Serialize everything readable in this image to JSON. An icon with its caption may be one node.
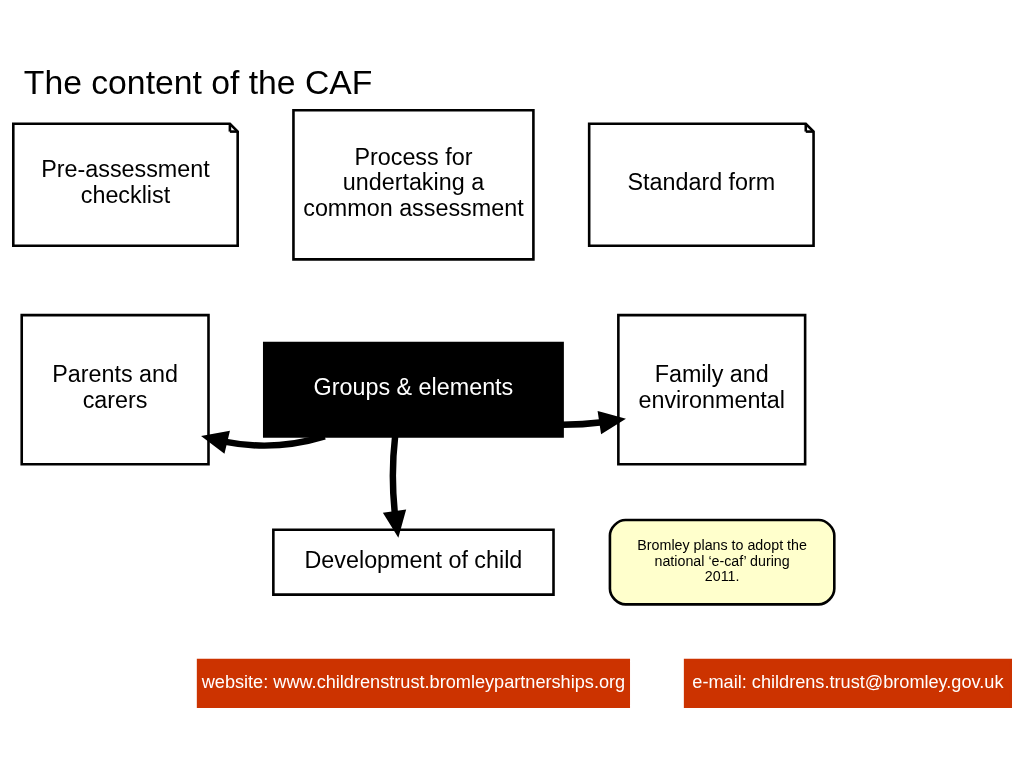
{
  "diagram": {
    "title": "The content of the CAF",
    "nodes": [
      {
        "text": [
          "Pre-assessment checklist"
        ]
      },
      {
        "text": [
          "Process for undertaking a common assessment"
        ]
      },
      {
        "text": [
          "Standard form"
        ]
      },
      {
        "text": [
          "Parents and carers"
        ]
      },
      {
        "text": [
          "Groups & elements"
        ]
      },
      {
        "text": [
          "Family and environmental"
        ]
      },
      {
        "text": [
          "Development of child"
        ]
      },
      {
        "text": [
          "Bromley plans to adopt the national ‘e-caf’ during 2011."
        ]
      }
    ],
    "edges": [
      {
        "from": 4,
        "to": 3,
        "arrow": "to"
      },
      {
        "from": 4,
        "to": 5,
        "arrow": "to"
      },
      {
        "from": 4,
        "to": 6,
        "arrow": "to"
      }
    ],
    "labels": [
      "website: www.childrenstrust.bromleypartnerships.org",
      "e-mail: childrens.trust@bromley.gov.uk"
    ]
  }
}
